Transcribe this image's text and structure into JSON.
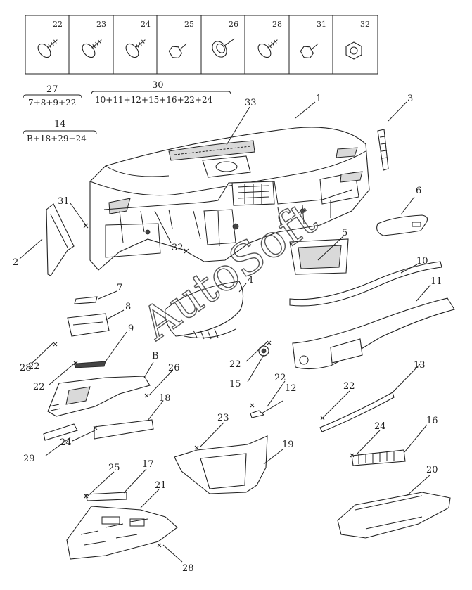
{
  "fasteners": [
    {
      "num": "22",
      "kind": "screw"
    },
    {
      "num": "23",
      "kind": "screw"
    },
    {
      "num": "24",
      "kind": "screw"
    },
    {
      "num": "25",
      "kind": "hex-bolt"
    },
    {
      "num": "26",
      "kind": "washer-screw"
    },
    {
      "num": "28",
      "kind": "screw"
    },
    {
      "num": "31",
      "kind": "hex-bolt"
    },
    {
      "num": "32",
      "kind": "nut"
    }
  ],
  "assemblies": [
    {
      "num": "27",
      "formula": "7+8+9+22"
    },
    {
      "num": "30",
      "formula": "10+11+12+15+16+22+24"
    },
    {
      "num": "14",
      "formula": "B+18+29+24"
    }
  ],
  "callouts": {
    "c1": "1",
    "c2": "2",
    "c3": "3",
    "c4": "4",
    "c5": "5",
    "c6": "6",
    "c7": "7",
    "c8": "8",
    "c9": "9",
    "c10": "10",
    "c11": "11",
    "c12": "12",
    "c13": "13",
    "c15": "15",
    "c16": "16",
    "c17": "17",
    "c18": "18",
    "c19": "19",
    "c20": "20",
    "c21": "21",
    "c22a": "22",
    "c22b": "22",
    "c22c": "22",
    "c22d": "22",
    "c23": "23",
    "c24a": "24",
    "c24b": "24",
    "c25": "25",
    "c26": "26",
    "c28a": "28",
    "c28b": "28",
    "c29": "29",
    "c31": "31",
    "c32": "32",
    "c33": "33",
    "cB": "B"
  },
  "watermark": "AutoSoft"
}
